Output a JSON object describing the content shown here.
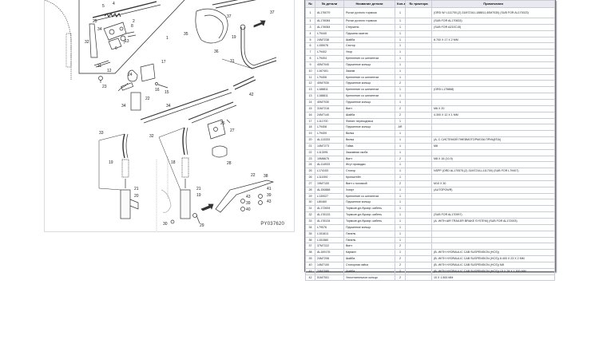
{
  "diagram": {
    "figure_id": "PY037620",
    "callouts": [
      "1",
      "2",
      "4",
      "5",
      "6",
      "7",
      "8",
      "9",
      "10",
      "11",
      "12",
      "13",
      "15",
      "16",
      "17",
      "18",
      "19",
      "20",
      "21",
      "22",
      "23",
      "24",
      "25",
      "26",
      "27",
      "28",
      "29",
      "30",
      "31",
      "32",
      "33",
      "34",
      "35",
      "36",
      "37",
      "38",
      "39",
      "40",
      "41",
      "42",
      "43"
    ]
  },
  "table": {
    "headers": [
      "№",
      "№ детали",
      "Название детали",
      "Кол-во",
      "№ трактора",
      "Примечания"
    ],
    "rows": [
      {
        "no": "1",
        "part": "AL176079",
        "name": "Рычаг ручного тормоза",
        "qty": "1",
        "tractor": "",
        "remarks": "(ORD W/ L111700,(2) 31M7216,L188811,40M7030) (SUB FOR AL170023)"
      },
      {
        "no": "1",
        "part": "AL176084",
        "name": "Рычаг ручного тормоза",
        "qty": "1",
        "tractor": "",
        "remarks": "(SUB FOR AL170833)"
      },
      {
        "no": "3",
        "part": "AL176064",
        "name": "Стержень",
        "qty": "1",
        "tractor": "",
        "remarks": "(SUB FOR AZ10C15)"
      },
      {
        "no": "4",
        "part": "L79440",
        "name": "Пружина сжатия",
        "qty": "1",
        "tractor": "",
        "remarks": ""
      },
      {
        "no": "5",
        "part": "24M7238",
        "name": "Шайба",
        "qty": "1",
        "tractor": "",
        "remarks": "8.700 X 17 X 2 MM"
      },
      {
        "no": "6",
        "part": "L155076",
        "name": "Сектор",
        "qty": "1",
        "tractor": "",
        "remarks": ""
      },
      {
        "no": "7",
        "part": "L79402",
        "name": "Упор",
        "qty": "1",
        "tractor": "",
        "remarks": ""
      },
      {
        "no": "8",
        "part": "L79404",
        "name": "Крепление со шплинтом",
        "qty": "1",
        "tractor": "",
        "remarks": ""
      },
      {
        "no": "9",
        "part": "40M7040",
        "name": "Пружинное кольцо",
        "qty": "1",
        "tractor": "",
        "remarks": ""
      },
      {
        "no": "10",
        "part": "L167401",
        "name": "Зажим",
        "qty": "1",
        "tractor": "",
        "remarks": ""
      },
      {
        "no": "11",
        "part": "L79406",
        "name": "Крепление со шплинтом",
        "qty": "1",
        "tractor": "",
        "remarks": ""
      },
      {
        "no": "12",
        "part": "40M7030",
        "name": "Пружинное кольцо",
        "qty": "2",
        "tractor": "",
        "remarks": ""
      },
      {
        "no": "13",
        "part": "L188811",
        "name": "Крепление со шплинтом",
        "qty": "1",
        "tractor": "",
        "remarks": "(ORD L175868)"
      },
      {
        "no": "13",
        "part": "L188811",
        "name": "Крепление со шплинтом",
        "qty": "1",
        "tractor": "",
        "remarks": ""
      },
      {
        "no": "14",
        "part": "40M7030",
        "name": "Пружинное кольцо",
        "qty": "1",
        "tractor": "",
        "remarks": ""
      },
      {
        "no": "15",
        "part": "31M7216",
        "name": "Винт",
        "qty": "2",
        "tractor": "",
        "remarks": "M6 X 20"
      },
      {
        "no": "16",
        "part": "24M7140",
        "name": "Шайба",
        "qty": "2",
        "tractor": "",
        "remarks": "4.300 X 12 X 1 MM"
      },
      {
        "no": "17",
        "part": "L111700",
        "name": "Фитинг переходника",
        "qty": "1",
        "tractor": "",
        "remarks": ""
      },
      {
        "no": "18",
        "part": "L79408",
        "name": "Пружинное кольцо",
        "qty": "AR",
        "tractor": "",
        "remarks": ""
      },
      {
        "no": "19",
        "part": "L79409",
        "name": "Вилка",
        "qty": "1",
        "tractor": "",
        "remarks": ""
      },
      {
        "no": "20",
        "part": "AL113333",
        "name": "Вилка",
        "qty": "1",
        "tractor": "",
        "remarks": "(A- С СИСТЕМОЙ ПНЕВМОТОРМОЗА ПРИЦЕПА)"
      },
      {
        "no": "21",
        "part": "14M7273",
        "name": "Гайка",
        "qty": "1",
        "tractor": "",
        "remarks": "M8"
      },
      {
        "no": "22",
        "part": "L113091",
        "name": "Зажимная скоба",
        "qty": "1",
        "tractor": "",
        "remarks": ""
      },
      {
        "no": "23",
        "part": "19M8675",
        "name": "Винт",
        "qty": "2",
        "tractor": "",
        "remarks": "M8 X 16 (10.9)"
      },
      {
        "no": "24",
        "part": "AL114933",
        "name": "Жгут проводки",
        "qty": "1",
        "tractor": "",
        "remarks": ""
      },
      {
        "no": "25",
        "part": "L174153",
        "name": "Стопор",
        "qty": "1",
        "tractor": "",
        "remarks": "NSPP (ORD AL170575,(2) 31M7216,L111700) (SUB FOR L79407)"
      },
      {
        "no": "26",
        "part": "L111592",
        "name": "Кронштейн",
        "qty": "1",
        "tractor": "",
        "remarks": ""
      },
      {
        "no": "27",
        "part": "19M7100",
        "name": "Винт с головкой",
        "qty": "2",
        "tractor": "",
        "remarks": "M10 X 30"
      },
      {
        "no": "28",
        "part": "AL150888",
        "name": "Хомут",
        "qty": "1",
        "tractor": "",
        "remarks": "(AUTOPOWR)"
      },
      {
        "no": "29",
        "part": "L130027",
        "name": "Крепление со шплинтом",
        "qty": "1",
        "tractor": "",
        "remarks": ""
      },
      {
        "no": "30",
        "part": "L80460",
        "name": "Пружинное кольцо",
        "qty": "1",
        "tractor": "",
        "remarks": ""
      },
      {
        "no": "31",
        "part": "AL172694",
        "name": "Тормозн.дл-буксир. кабель",
        "qty": "1",
        "tractor": "",
        "remarks": ""
      },
      {
        "no": "32",
        "part": "AL178133",
        "name": "Тормозн.дл-буксир. кабель",
        "qty": "1",
        "tractor": "",
        "remarks": "(SUB FOR AL170997)"
      },
      {
        "no": "33",
        "part": "AL178134",
        "name": "Тормозн.дл-буксир. кабель",
        "qty": "1",
        "tractor": "",
        "remarks": "(A- WITH AIR TRAILER BRAKE SYSTEM) (SUB FOR AL172003)"
      },
      {
        "no": "34",
        "part": "L79076",
        "name": "Пружинное кольцо",
        "qty": "1",
        "tractor": "",
        "remarks": ""
      },
      {
        "no": "35",
        "part": "L151813",
        "name": "Панель",
        "qty": "1",
        "tractor": "",
        "remarks": ""
      },
      {
        "no": "36",
        "part": "L151580",
        "name": "Панель",
        "qty": "1",
        "tractor": "",
        "remarks": ""
      },
      {
        "no": "37",
        "part": "37M7222",
        "name": "Винт",
        "qty": "2",
        "tractor": "",
        "remarks": ""
      },
      {
        "no": "38",
        "part": "AL169176",
        "name": "Кармин",
        "qty": "1",
        "tractor": "",
        "remarks": "(B- WITH HYDRAULIC CAB SUSPENSION (HCS))"
      },
      {
        "no": "39",
        "part": "24M7208",
        "name": "Шайба",
        "qty": "2",
        "tractor": "",
        "remarks": "(B- WITH HYDRAULIC CAB SUSPENSION (HCS)) 8.400 X 23 X 2 MM"
      },
      {
        "no": "40",
        "part": "14M7100",
        "name": "Стопорная гайка",
        "qty": "2",
        "tractor": "",
        "remarks": "(B- WITH HYDRAULIC CAB SUSPENSION (HCS)) M8"
      },
      {
        "no": "41",
        "part": "24M7085",
        "name": "Шайба",
        "qty": "2",
        "tractor": "",
        "remarks": "(B- WITH HYDRAULIC CAB SUSPENSION (HCS)) 15 X 28 X 1.500 MM"
      },
      {
        "no": "42",
        "part": "51M7001",
        "name": "Уплотнительное кольцо",
        "qty": "2",
        "tractor": "",
        "remarks": "10 X 1.500 MM"
      }
    ]
  }
}
